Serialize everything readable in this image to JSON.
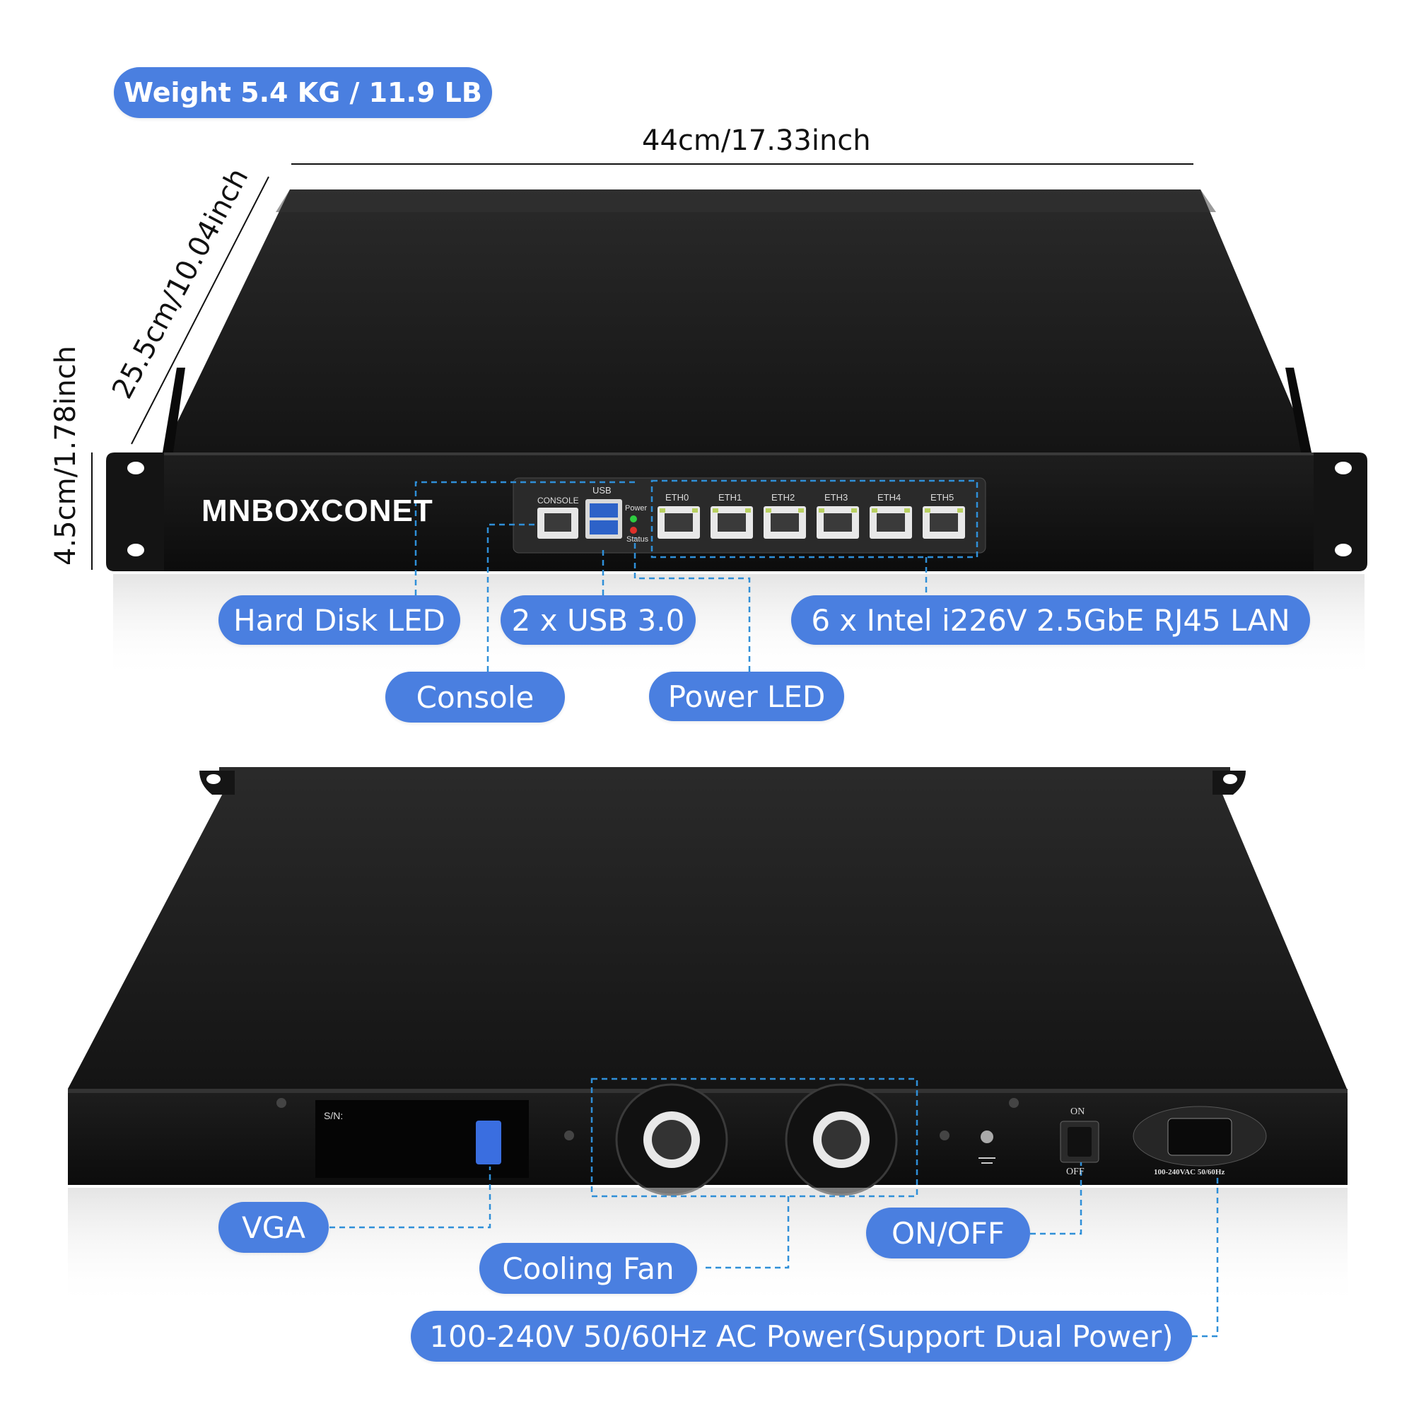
{
  "weight_badge": "Weight 5.4 KG / 11.9 LB",
  "dimensions": {
    "width": "44cm/17.33inch",
    "depth": "25.5cm/10.04inch",
    "height": "4.5cm/1.78inch"
  },
  "front_panel": {
    "brand": "MNBOXCONET",
    "console_port_label": "CONSOLE",
    "usb_label": "USB",
    "power_led_label": "Power",
    "status_led_label": "Status",
    "eth_ports": [
      "ETH0",
      "ETH1",
      "ETH2",
      "ETH3",
      "ETH4",
      "ETH5"
    ]
  },
  "front_callouts": {
    "hard_disk_led": "Hard Disk LED",
    "usb": "2 x USB 3.0",
    "lan": "6 x Intel i226V 2.5GbE RJ45 LAN",
    "console": "Console",
    "power_led": "Power LED"
  },
  "rear_panel": {
    "serial_label": "S/N:",
    "switch_on": "ON",
    "switch_off": "OFF",
    "power_rating": "100-240VAC 50/60Hz"
  },
  "rear_callouts": {
    "vga": "VGA",
    "on_off": "ON/OFF",
    "cooling_fan": "Cooling Fan",
    "ac_power": "100-240V 50/60Hz AC Power(Support Dual Power)"
  },
  "colors": {
    "callout_blue": "#4a7fe0",
    "leader_line": "#2f8fd8",
    "chassis": "#1a1a1a",
    "led_power": "#2ecc40",
    "led_status": "#e0302a"
  }
}
